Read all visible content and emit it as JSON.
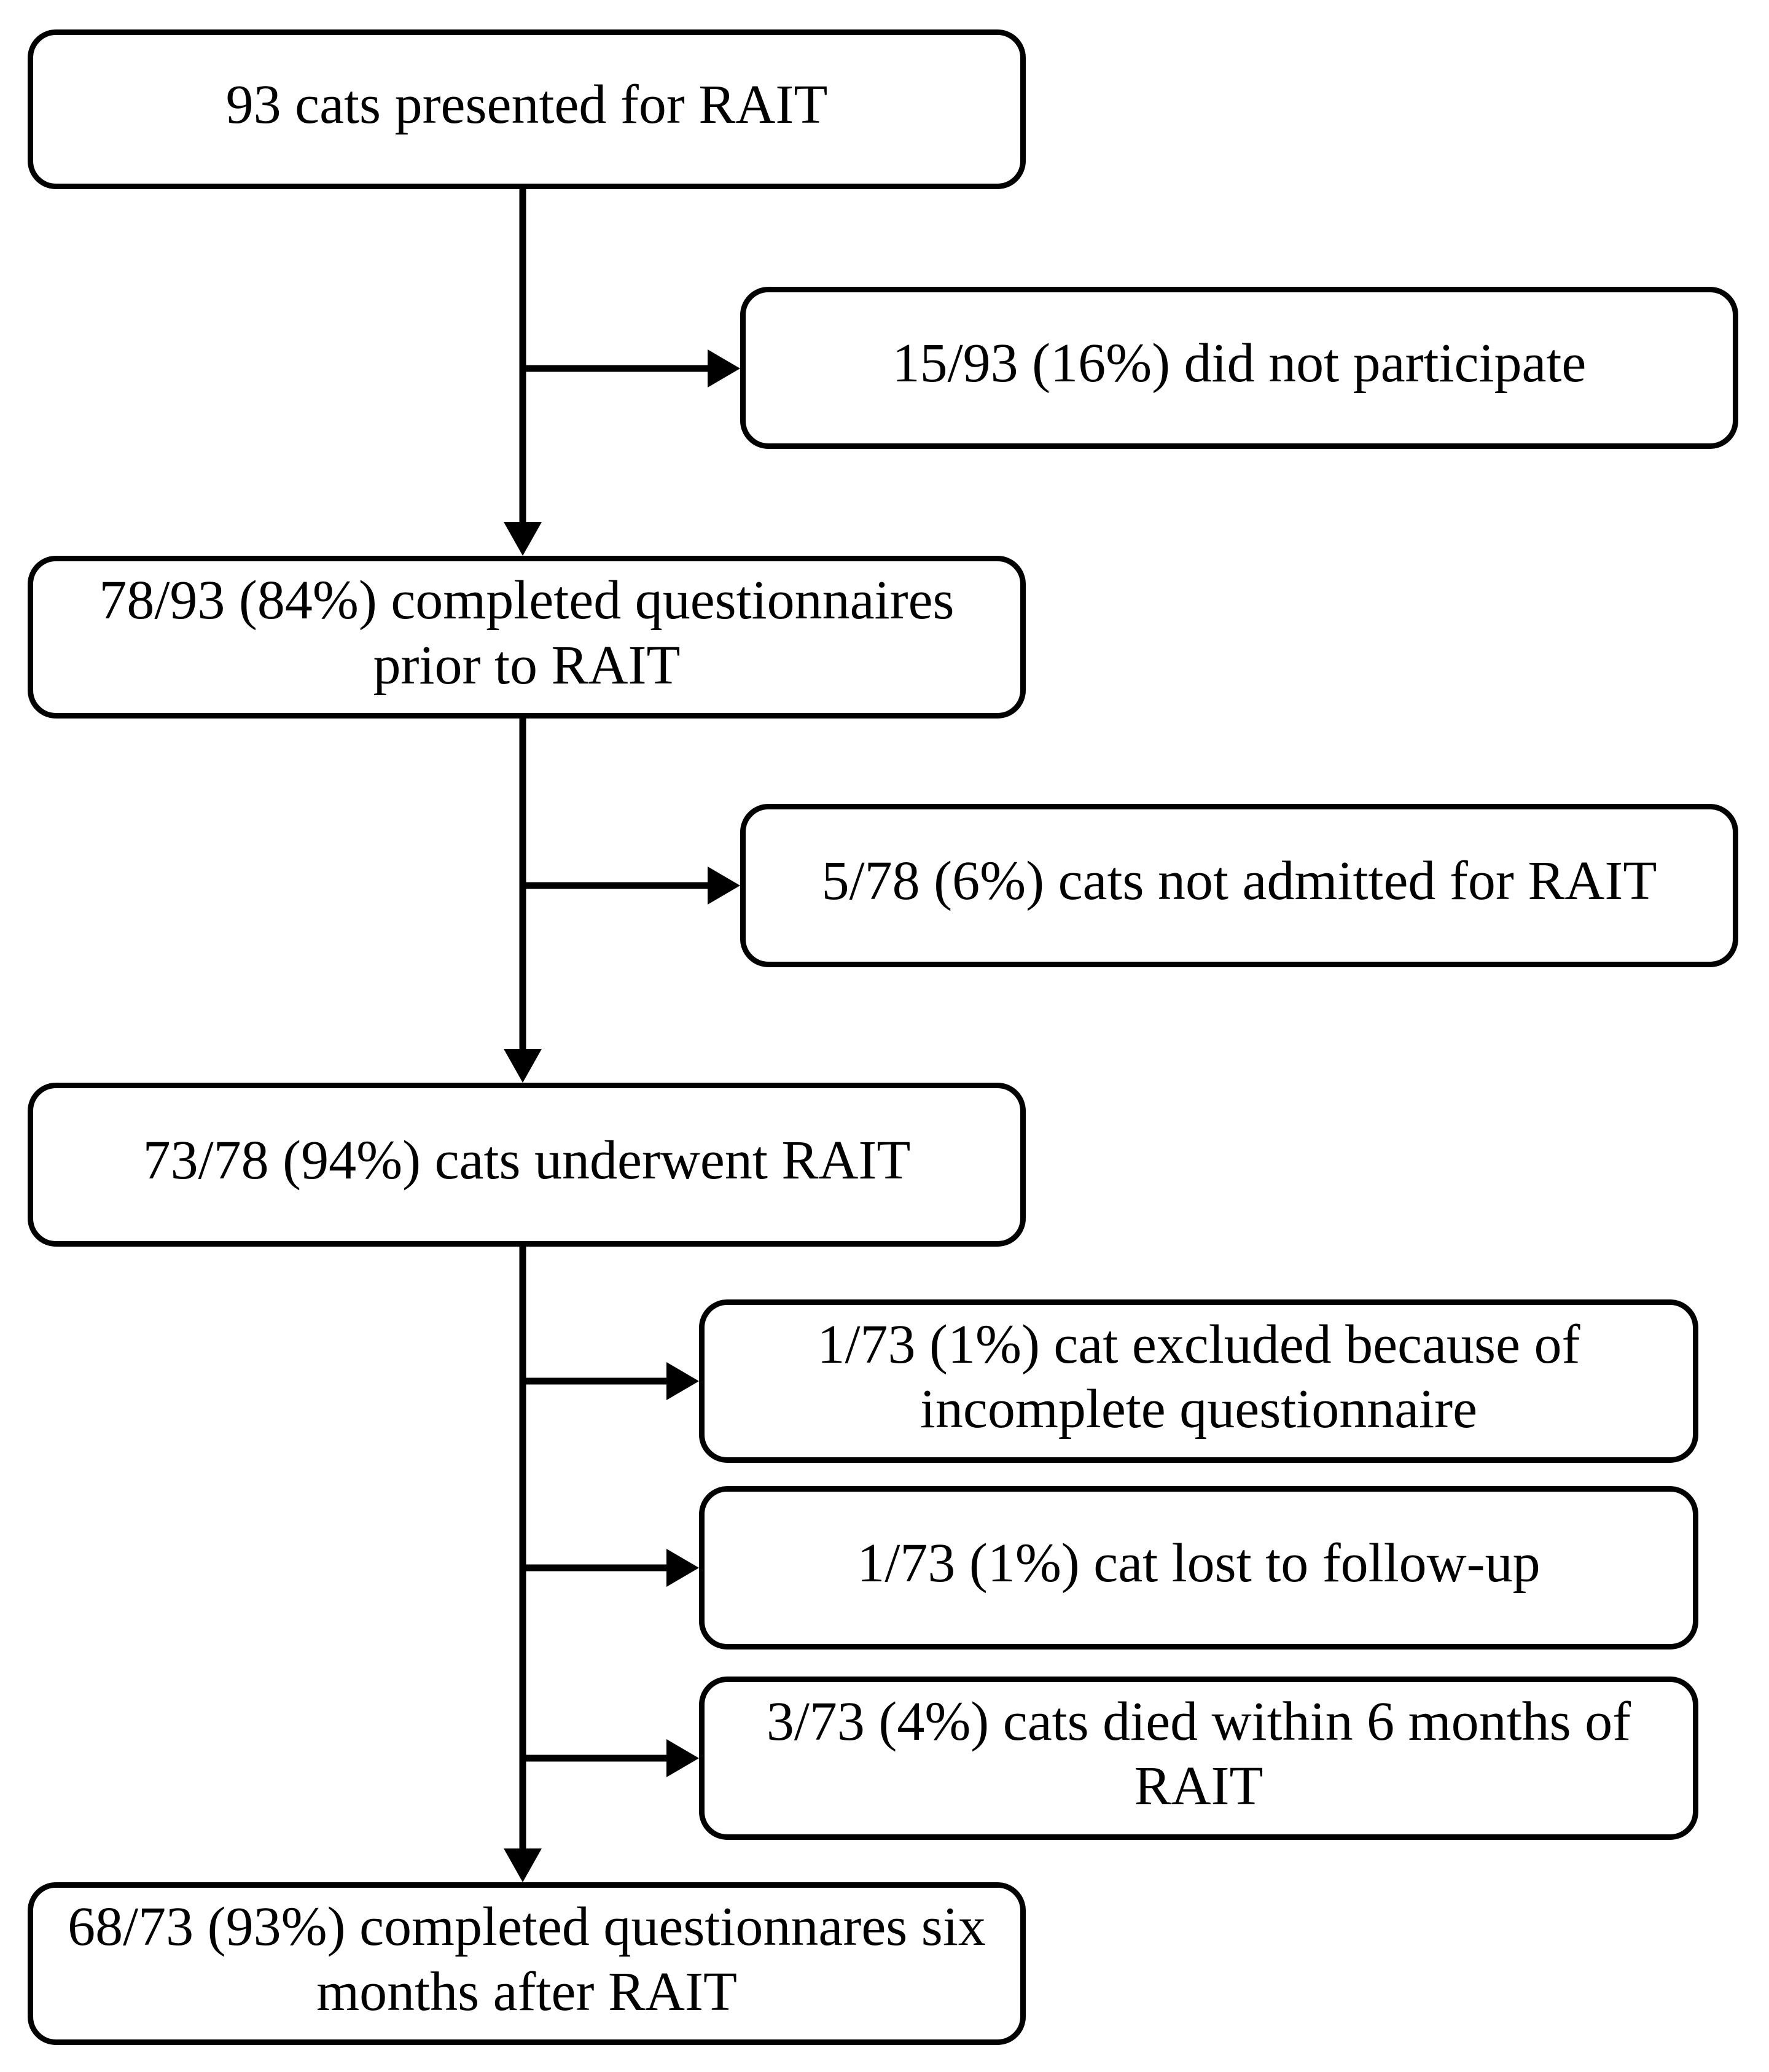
{
  "diagram": {
    "kind": "flowchart",
    "subject": "cat RAIT study enrollment",
    "colors": {
      "ink": "#000000",
      "background": "#ffffff",
      "box_fill": "#ffffff"
    },
    "nodes": {
      "presented": {
        "lines": [
          "93 cats presented for RAIT"
        ]
      },
      "did_not_participate": {
        "lines": [
          "15/93 (16%) did not participate"
        ]
      },
      "completed_prior": {
        "lines": [
          "78/93 (84%) completed questionnaires",
          "prior to RAIT"
        ]
      },
      "not_admitted": {
        "lines": [
          "5/78 (6%) cats not admitted for RAIT"
        ]
      },
      "underwent": {
        "lines": [
          "73/78 (94%) cats underwent RAIT"
        ]
      },
      "excluded_incomplete": {
        "lines": [
          "1/73 (1%) cat excluded because of",
          "incomplete questionnaire"
        ]
      },
      "lost_follow_up": {
        "lines": [
          "1/73 (1%) cat lost to follow-up"
        ]
      },
      "died_within_6_months": {
        "lines": [
          "3/73 (4%) cats died within 6 months of",
          "RAIT"
        ]
      },
      "completed_after": {
        "lines": [
          "68/73 (93%) completed questionnares six",
          "months after RAIT"
        ]
      }
    }
  }
}
